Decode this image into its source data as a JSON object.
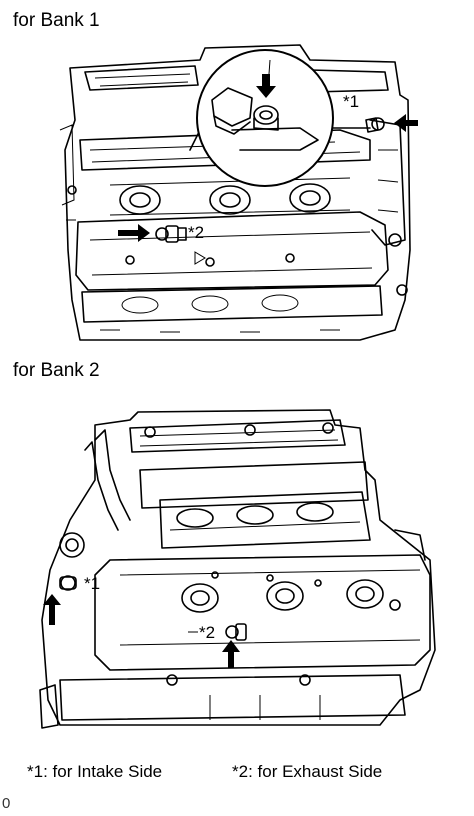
{
  "bank1": {
    "heading": "for Bank 1",
    "callout_1": "*1",
    "callout_2": "*2"
  },
  "bank2": {
    "heading": "for Bank 2",
    "callout_1": "*1",
    "callout_2": "*2"
  },
  "legend": {
    "item_1": "*1: for Intake Side",
    "item_2": "*2: for Exhaust Side"
  },
  "figure_id": "0"
}
